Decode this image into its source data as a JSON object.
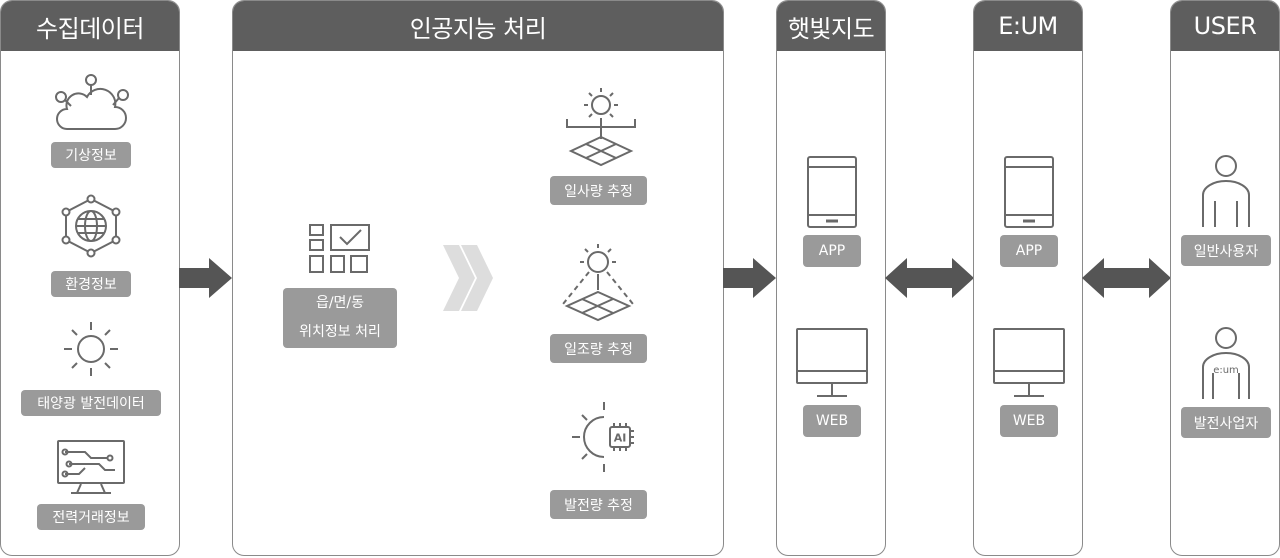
{
  "panels": {
    "collect": {
      "title": "수집데이터",
      "items": [
        "기상정보",
        "환경정보",
        "태양광 발전데이터",
        "전력거래정보"
      ]
    },
    "ai": {
      "title": "인공지능 처리",
      "location_line1": "읍/면/동",
      "location_line2": "위치정보 처리",
      "outputs": [
        "일사량 추정",
        "일조량 추정",
        "발전량 추정"
      ],
      "ai_chip_text": "AI"
    },
    "map": {
      "title": "햇빛지도",
      "app": "APP",
      "web": "WEB"
    },
    "eum": {
      "title": "E:UM",
      "app": "APP",
      "web": "WEB"
    },
    "user": {
      "title": "USER",
      "users": [
        "일반사용자",
        "발전사업자"
      ],
      "badge_text": "e:um"
    }
  },
  "colors": {
    "header": "#5e5e5e",
    "label": "#9a9a9a",
    "icon": "#6a6a6a",
    "arrow": "#555555",
    "chevron": "#dddddd",
    "border": "#8a8a8a"
  }
}
